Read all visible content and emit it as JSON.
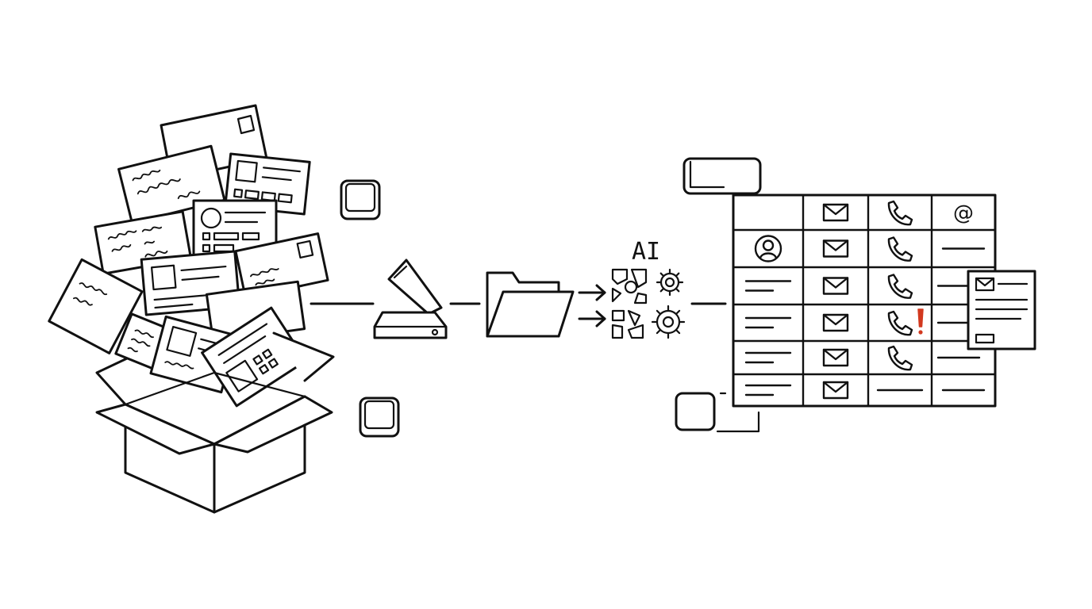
{
  "ai_label": "AI",
  "colors": {
    "ink": "#111111",
    "paper": "#ffffff",
    "alert": "#d2391f"
  },
  "stages": [
    {
      "name": "box-of-paper-records",
      "icon": "open-box-icon"
    },
    {
      "name": "scanner",
      "icon": "scanner-icon"
    },
    {
      "name": "digital-folder",
      "icon": "folder-icon"
    },
    {
      "name": "ai-processing",
      "icon": "gear-icon"
    },
    {
      "name": "structured-contact-table",
      "icon": "table-icon"
    }
  ],
  "table": {
    "rows": 6,
    "columns": 4,
    "header_icons": [
      "",
      "mail-icon",
      "phone-icon",
      "at-icon"
    ],
    "alert_row": 4,
    "alert_icon": "exclamation-icon"
  }
}
